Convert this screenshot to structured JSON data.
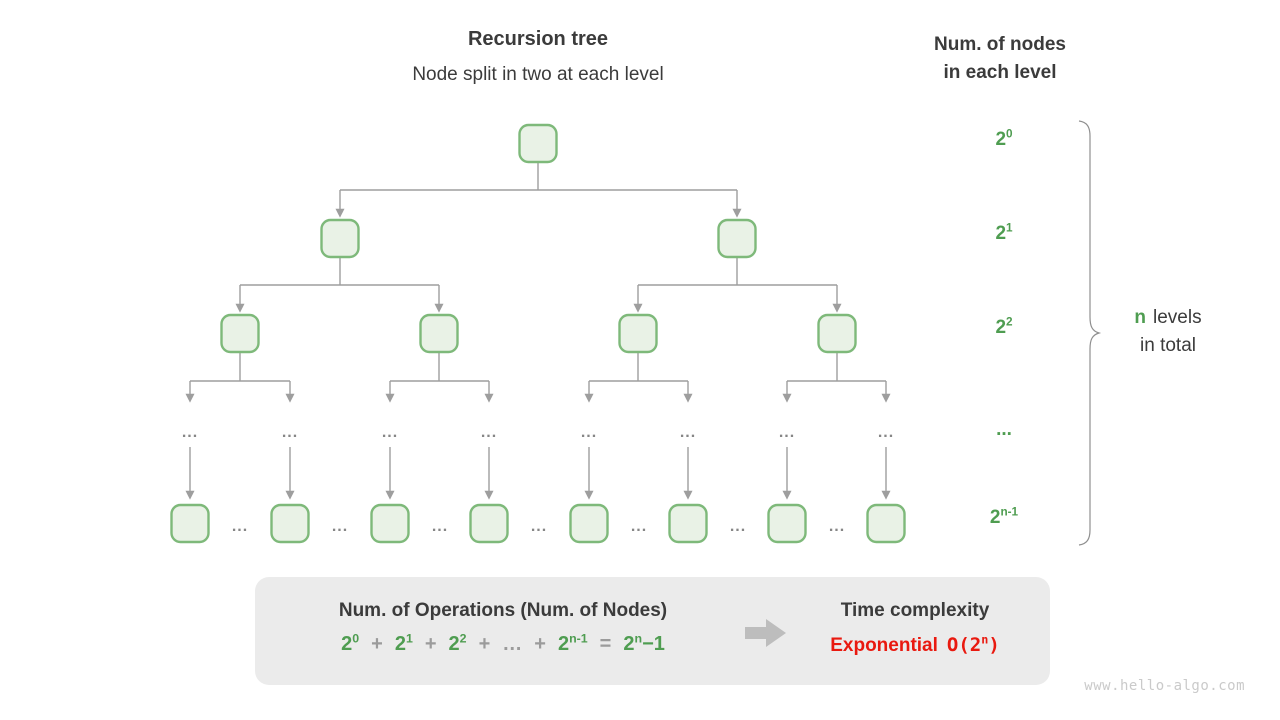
{
  "colors": {
    "green_text": "#4f9d51",
    "node_fill": "#e9f2e6",
    "node_border": "#7eb97a",
    "line_gray": "#9e9e9e",
    "dots_gray": "#868686",
    "dark_text": "#3b3b3b",
    "gray_operator": "#9b9b9b",
    "red_text": "#e9190f",
    "box_bg": "#ebebeb",
    "block_arrow": "#bdbdbd",
    "brace_gray": "#8f8f8f",
    "watermark_gray": "#cacaca"
  },
  "header": {
    "title": "Recursion tree",
    "subtitle": "Node split in two at each level"
  },
  "right_header": {
    "line1": "Num. of nodes",
    "line2": "in each level"
  },
  "level_labels": [
    {
      "base": "2",
      "sup": "0"
    },
    {
      "base": "2",
      "sup": "1"
    },
    {
      "base": "2",
      "sup": "2"
    },
    {
      "base": "...",
      "sup": ""
    },
    {
      "base": "2",
      "sup": "n-1"
    }
  ],
  "levels_note": {
    "n": "n",
    "levels_word": "levels",
    "line2": "in total"
  },
  "tree": {
    "ellipsis": "..."
  },
  "summary_box": {
    "operations_title": "Num. of Operations (Num. of Nodes)",
    "formula": [
      {
        "base": "2",
        "sup": "0",
        "color": "green"
      },
      {
        "base": "+",
        "color": "gray"
      },
      {
        "base": "2",
        "sup": "1",
        "color": "green"
      },
      {
        "base": "+",
        "color": "gray"
      },
      {
        "base": "2",
        "sup": "2",
        "color": "green"
      },
      {
        "base": "+",
        "color": "gray"
      },
      {
        "base": "…",
        "color": "gray"
      },
      {
        "base": "+",
        "color": "gray"
      },
      {
        "base": "2",
        "sup": "n-1",
        "color": "green"
      },
      {
        "base": "=",
        "color": "gray"
      },
      {
        "base": "2",
        "sup": "n",
        "tail": "−1",
        "color": "green"
      }
    ],
    "time_title": "Time complexity",
    "complexity_word": "Exponential",
    "complexity_prefix": "O(2",
    "complexity_sup": "n",
    "complexity_suffix": ")"
  },
  "watermark": "www.hello-algo.com"
}
